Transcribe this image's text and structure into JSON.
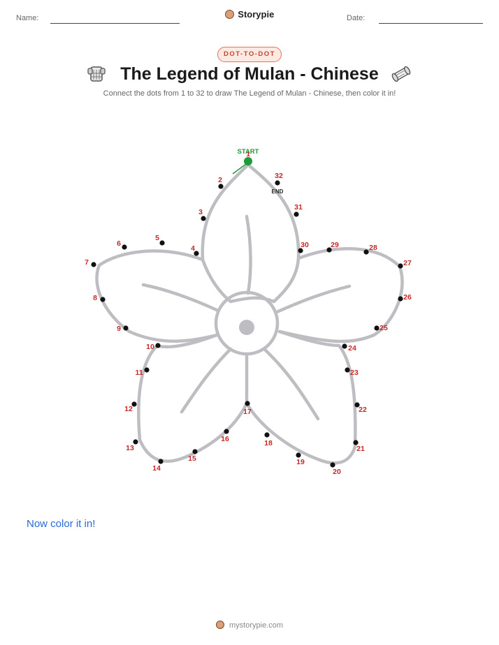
{
  "header": {
    "name_label": "Name:",
    "date_label": "Date:",
    "brand": "Storypie"
  },
  "badge": "DOT-TO-DOT",
  "title": "The Legend of Mulan - Chinese",
  "subtitle": "Connect the dots from 1 to 32 to draw The Legend of Mulan - Chinese, then color it in!",
  "icons": {
    "left": "armor-icon",
    "right": "scroll-icon",
    "brand": "storypie-logo-icon"
  },
  "puzzle": {
    "start_label": "START",
    "end_label": "END",
    "dot_labels": [
      "1",
      "2",
      "3",
      "4",
      "5",
      "6",
      "7",
      "8",
      "9",
      "10",
      "11",
      "12",
      "13",
      "14",
      "15",
      "16",
      "17",
      "18",
      "19",
      "20",
      "21",
      "22",
      "23",
      "24",
      "25",
      "26",
      "27",
      "28",
      "29",
      "30",
      "31",
      "32"
    ]
  },
  "color_note": "Now color it in!",
  "footer": "mystorypie.com",
  "colors": {
    "accent": "#c0452e",
    "number": "#c62828",
    "start": "#1e9a3a",
    "outline": "#bdbdc2",
    "link": "#2a6ad8"
  }
}
